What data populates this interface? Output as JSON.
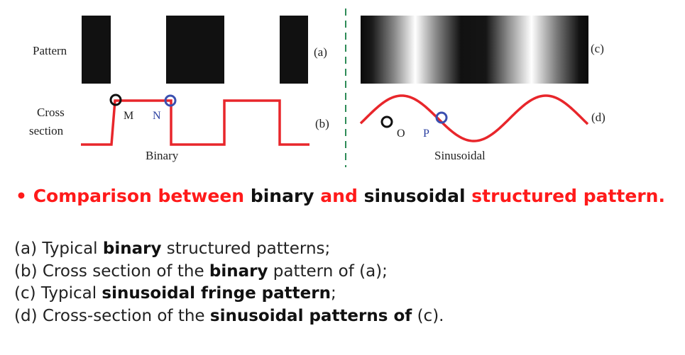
{
  "figure": {
    "labels": {
      "pattern": "Pattern",
      "cross": "Cross",
      "section": "section",
      "a": "(a)",
      "b": "(b)",
      "c": "(c)",
      "d": "(d)",
      "binary": "Binary",
      "sinusoidal": "Sinusoidal",
      "m": "M",
      "n": "N",
      "o": "O",
      "p": "P"
    },
    "colors": {
      "signal": "#e8262b",
      "marker_dark": "#111111",
      "marker_blue": "#3a4fb0",
      "label_blue": "#2a3fa0",
      "divider": "#2e8b57"
    }
  },
  "bullet": {
    "marker": "•",
    "parts": [
      {
        "text": "Comparison between ",
        "style": "red"
      },
      {
        "text": "binary",
        "style": "blk"
      },
      {
        "text": " and ",
        "style": "red"
      },
      {
        "text": "sinusoidal",
        "style": "blk"
      },
      {
        "text": " structured pattern.",
        "style": "red"
      }
    ]
  },
  "captions": [
    {
      "pre": "(a) Typical ",
      "bold": "binary",
      "post": " structured patterns;"
    },
    {
      "pre": "(b) Cross section of the ",
      "bold": "binary",
      "post": " pattern of (a);"
    },
    {
      "pre": "(c) Typical ",
      "bold": "sinusoidal fringe pattern",
      "post": ";"
    },
    {
      "pre": "(d) Cross-section of the ",
      "bold": "sinusoidal patterns of",
      "post": " (c)."
    }
  ]
}
